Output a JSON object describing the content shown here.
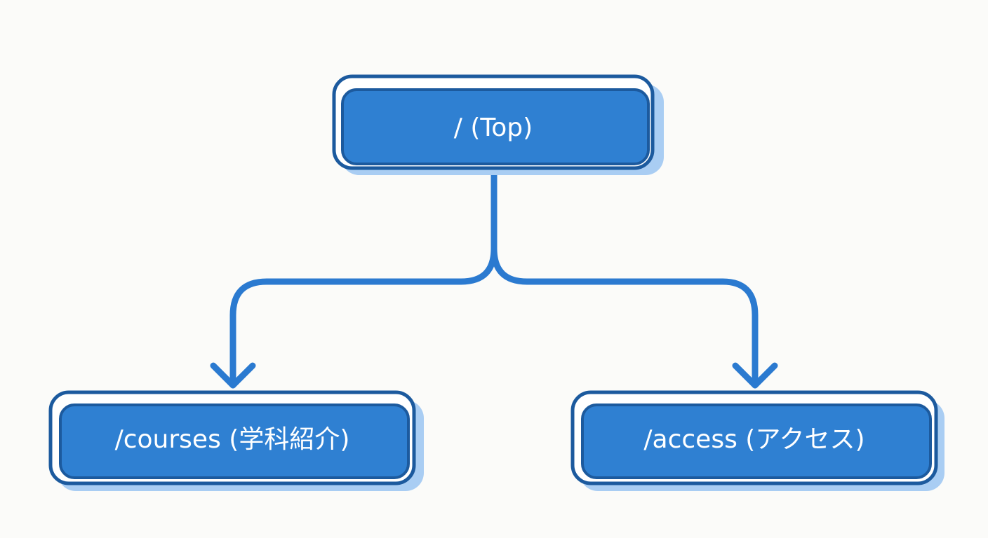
{
  "diagram": {
    "nodes": [
      {
        "id": "top",
        "label": "/ (Top)"
      },
      {
        "id": "courses",
        "label": "/courses (学科紹介)"
      },
      {
        "id": "access",
        "label": "/access (アクセス)"
      }
    ],
    "edges": [
      {
        "from": "top",
        "to": "courses"
      },
      {
        "from": "top",
        "to": "access"
      }
    ]
  },
  "colors": {
    "background": "#fbfbf9",
    "node_fill": "#2f80d2",
    "node_border": "#1c5a9e",
    "node_shadow": "#a9cdf3",
    "connector": "#2b7ad0",
    "label": "#ffffff"
  }
}
